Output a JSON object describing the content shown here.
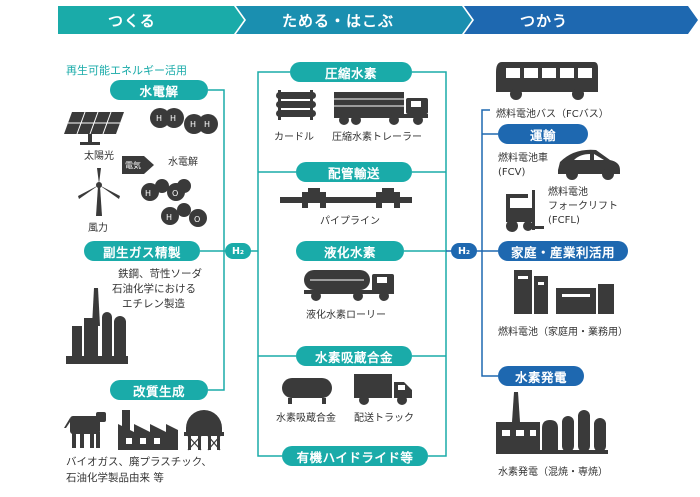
{
  "stages": [
    "つくる",
    "ためる・はこぶ",
    "つかう"
  ],
  "tsukuru": {
    "renewable_header": "再生可能エネルギー活用",
    "electrolysis": {
      "label": "水電解",
      "solar": "太陽光",
      "wind": "風力",
      "electric_tag": "電気",
      "water_electrolysis": "水電解",
      "h": "H",
      "o": "O"
    },
    "byproduct": {
      "label": "副生ガス精製",
      "desc": [
        "鉄鋼、苛性ソーダ",
        "石油化学における",
        "エチレン製造"
      ]
    },
    "reforming": {
      "label": "改質生成",
      "desc": [
        "バイオガス、廃プラスチック、",
        "石油化学製品由来 等"
      ]
    }
  },
  "tameru": {
    "compressed": {
      "label": "圧縮水素",
      "curdle": "カードル",
      "trailer": "圧縮水素トレーラー"
    },
    "pipeline": {
      "label": "配管輸送",
      "pipe": "パイプライン"
    },
    "liquid": {
      "label": "液化水素",
      "lorry": "液化水素ローリー"
    },
    "storage_alloy": {
      "label": "水素吸蔵合金",
      "tank": "水素吸蔵合金",
      "truck": "配送トラック"
    },
    "hydride": {
      "label": "有機ハイドライド等"
    }
  },
  "tsukau": {
    "bus": "燃料電池バス（FCバス）",
    "transport": {
      "label": "運輸",
      "fcv": [
        "燃料電池車",
        "(FCV)"
      ],
      "forklift": [
        "燃料電池",
        "フォークリフト",
        "(FCFL)"
      ]
    },
    "home_industry": {
      "label": "家庭・産業利活用",
      "fuel_cell": "燃料電池（家庭用・業務用）"
    },
    "power": {
      "label": "水素発電",
      "desc": "水素発電（混焼・専焼）"
    }
  },
  "h2_label": "H₂",
  "colors": {
    "teal": "#1aaba9",
    "blue": "#1e68b0",
    "dark": "#3a3a3a"
  }
}
